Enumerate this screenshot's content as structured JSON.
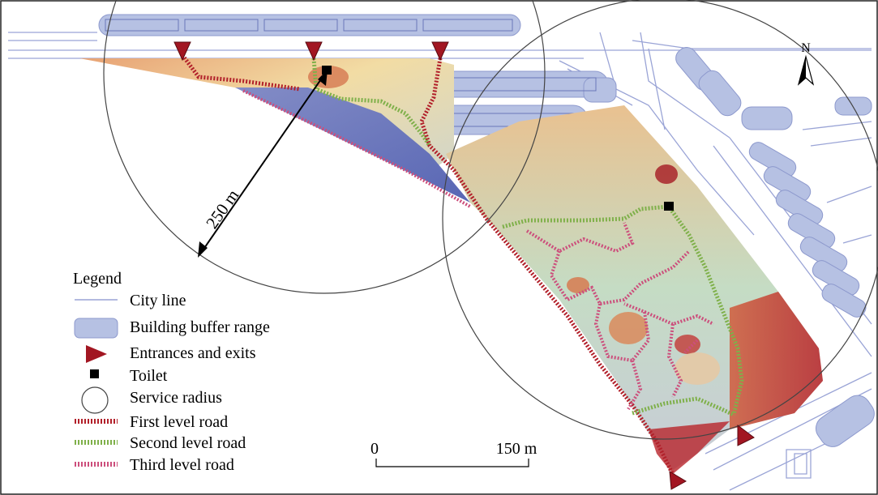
{
  "legend": {
    "title": "Legend",
    "items": [
      {
        "label": "City line",
        "symbol": "line",
        "color": "#9aa4d6"
      },
      {
        "label": "Building buffer range",
        "symbol": "rect",
        "color": "#b6c1e3"
      },
      {
        "label": "Entrances and exits",
        "symbol": "triangle",
        "color": "#a21622"
      },
      {
        "label": "Toilet",
        "symbol": "square",
        "color": "#000000"
      },
      {
        "label": "Service radius",
        "symbol": "circle",
        "color": "#444444"
      },
      {
        "label": "First level road",
        "symbol": "dashed",
        "color": "#b2202a"
      },
      {
        "label": "Second level road",
        "symbol": "dashed",
        "color": "#7fb04a"
      },
      {
        "label": "Third level road",
        "symbol": "dashed",
        "color": "#cc4f7c"
      }
    ]
  },
  "scale_bar": {
    "start_label": "0",
    "end_label": "150 m"
  },
  "radius_label": "250 m",
  "north_label": "N",
  "colors": {
    "city_line": "#9aa4d6",
    "building": "#b6c1e3",
    "entrance": "#a21622",
    "first_road": "#b2202a",
    "second_road": "#7fb04a",
    "third_road": "#cc4f7c",
    "heat_low": "#5865b8",
    "heat_mid": "#f3e7b0",
    "heat_high": "#b8242a"
  }
}
